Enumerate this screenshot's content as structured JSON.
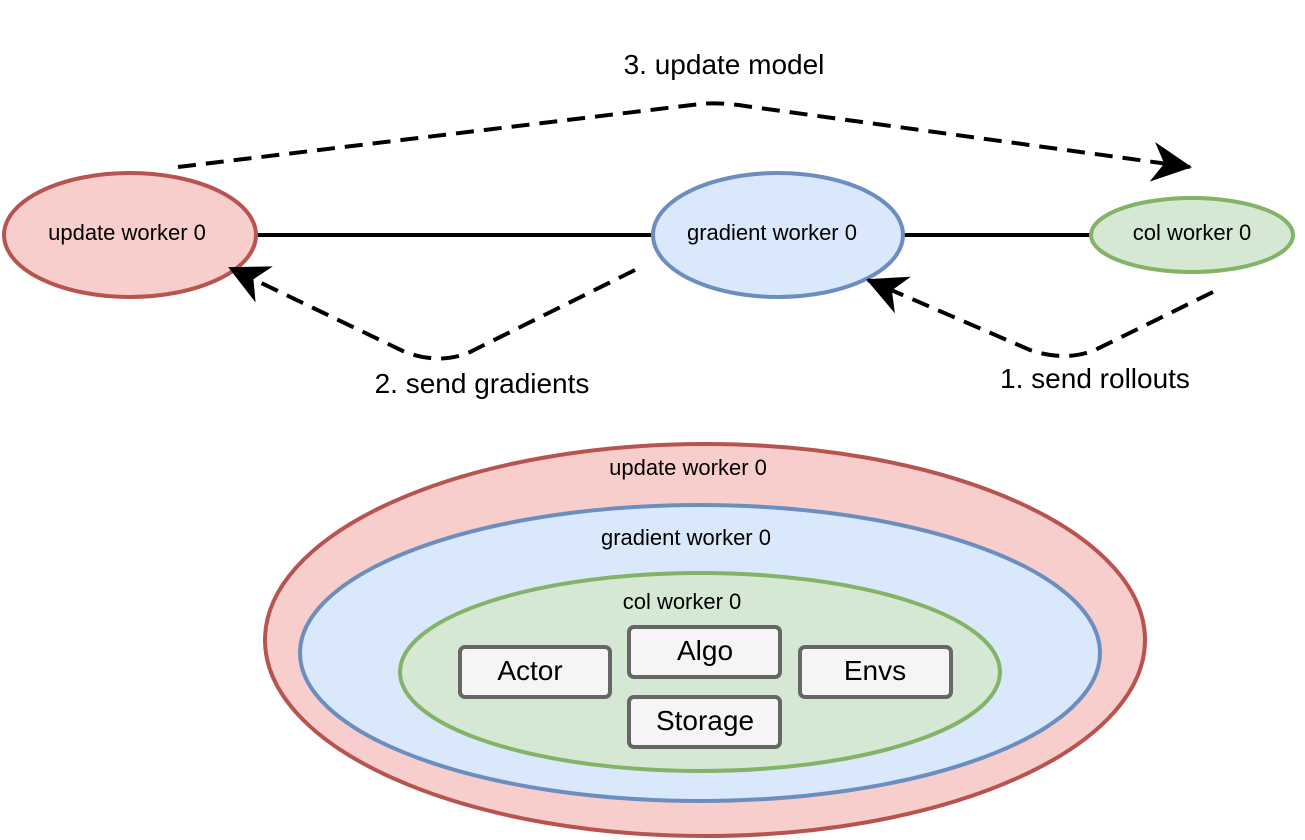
{
  "top": {
    "nodes": {
      "update": {
        "label": "update worker 0",
        "fill": "#f8cecc",
        "stroke": "#b85450"
      },
      "gradient": {
        "label": "gradient worker 0",
        "fill": "#dae8fc",
        "stroke": "#6c8ebf"
      },
      "col": {
        "label": "col worker 0",
        "fill": "#d5e8d4",
        "stroke": "#82b366"
      }
    },
    "edges": {
      "update_model": "3. update model",
      "send_gradients": "2. send gradients",
      "send_rollouts": "1. send rollouts"
    }
  },
  "bottom": {
    "outer": {
      "label": "update worker 0"
    },
    "middle": {
      "label": "gradient worker 0"
    },
    "inner": {
      "label": "col worker 0"
    },
    "boxes": {
      "actor": "Actor",
      "algo": "Algo",
      "envs": "Envs",
      "storage": "Storage"
    }
  }
}
